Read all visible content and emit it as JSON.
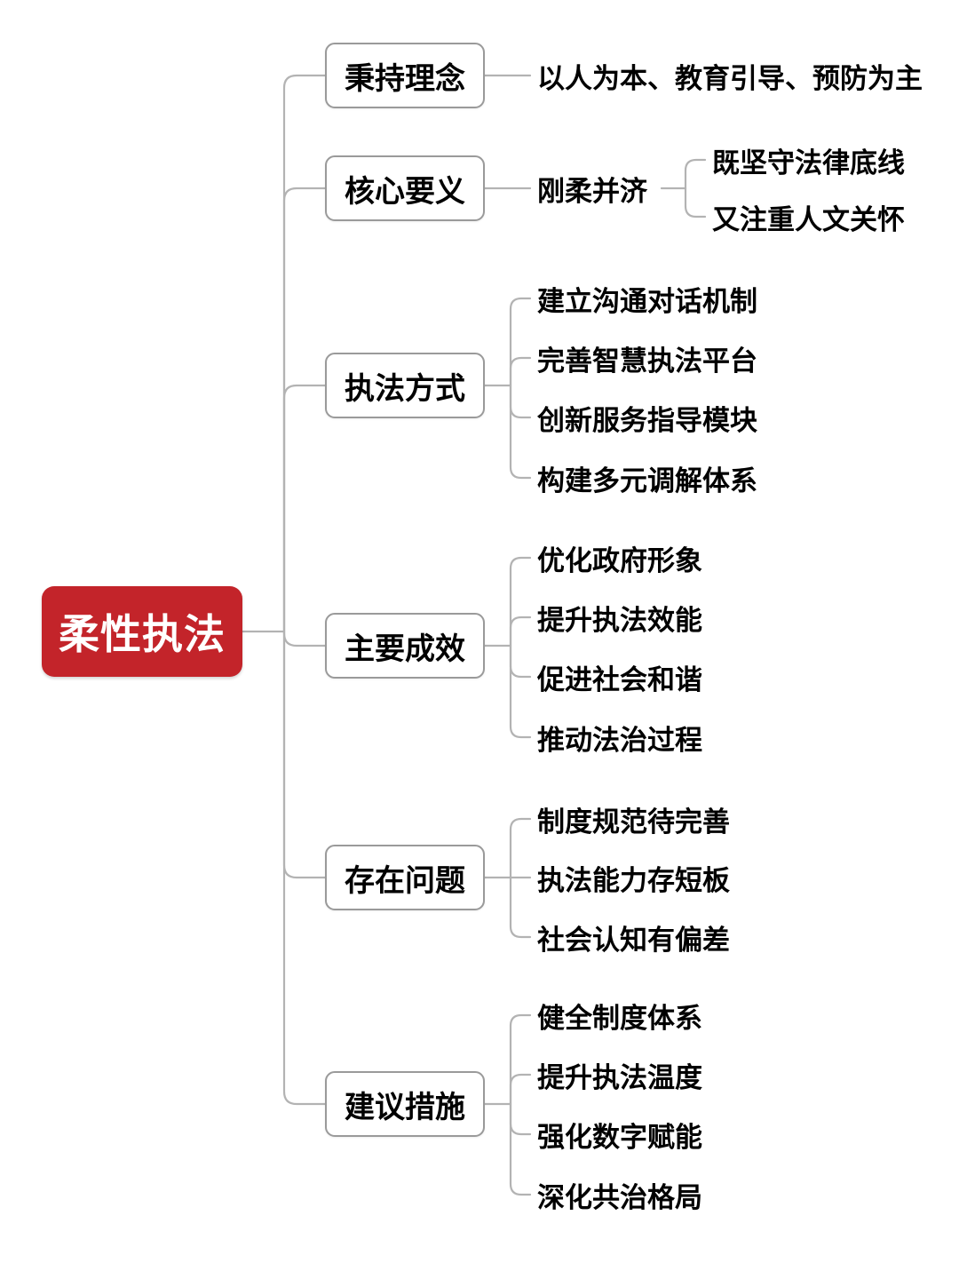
{
  "root": {
    "label": "柔性执法"
  },
  "branches": [
    {
      "label": "秉持理念",
      "children": [
        {
          "label": "以人为本、教育引导、预防为主"
        }
      ]
    },
    {
      "label": "核心要义",
      "children": [
        {
          "label": "刚柔并济",
          "children": [
            {
              "label": "既坚守法律底线"
            },
            {
              "label": "又注重人文关怀"
            }
          ]
        }
      ]
    },
    {
      "label": "执法方式",
      "children": [
        {
          "label": "建立沟通对话机制"
        },
        {
          "label": "完善智慧执法平台"
        },
        {
          "label": "创新服务指导模块"
        },
        {
          "label": "构建多元调解体系"
        }
      ]
    },
    {
      "label": "主要成效",
      "children": [
        {
          "label": "优化政府形象"
        },
        {
          "label": "提升执法效能"
        },
        {
          "label": "促进社会和谐"
        },
        {
          "label": "推动法治过程"
        }
      ]
    },
    {
      "label": "存在问题",
      "children": [
        {
          "label": "制度规范待完善"
        },
        {
          "label": "执法能力存短板"
        },
        {
          "label": "社会认知有偏差"
        }
      ]
    },
    {
      "label": "建议措施",
      "children": [
        {
          "label": "健全制度体系"
        },
        {
          "label": "提升执法温度"
        },
        {
          "label": "强化数字赋能"
        },
        {
          "label": "深化共治格局"
        }
      ]
    }
  ],
  "colors": {
    "root_bg": "#c3242a",
    "root_text": "#ffffff",
    "branch_border": "#9a9a9a",
    "line": "#b3b3b3",
    "text": "#000000",
    "background": "#ffffff"
  }
}
